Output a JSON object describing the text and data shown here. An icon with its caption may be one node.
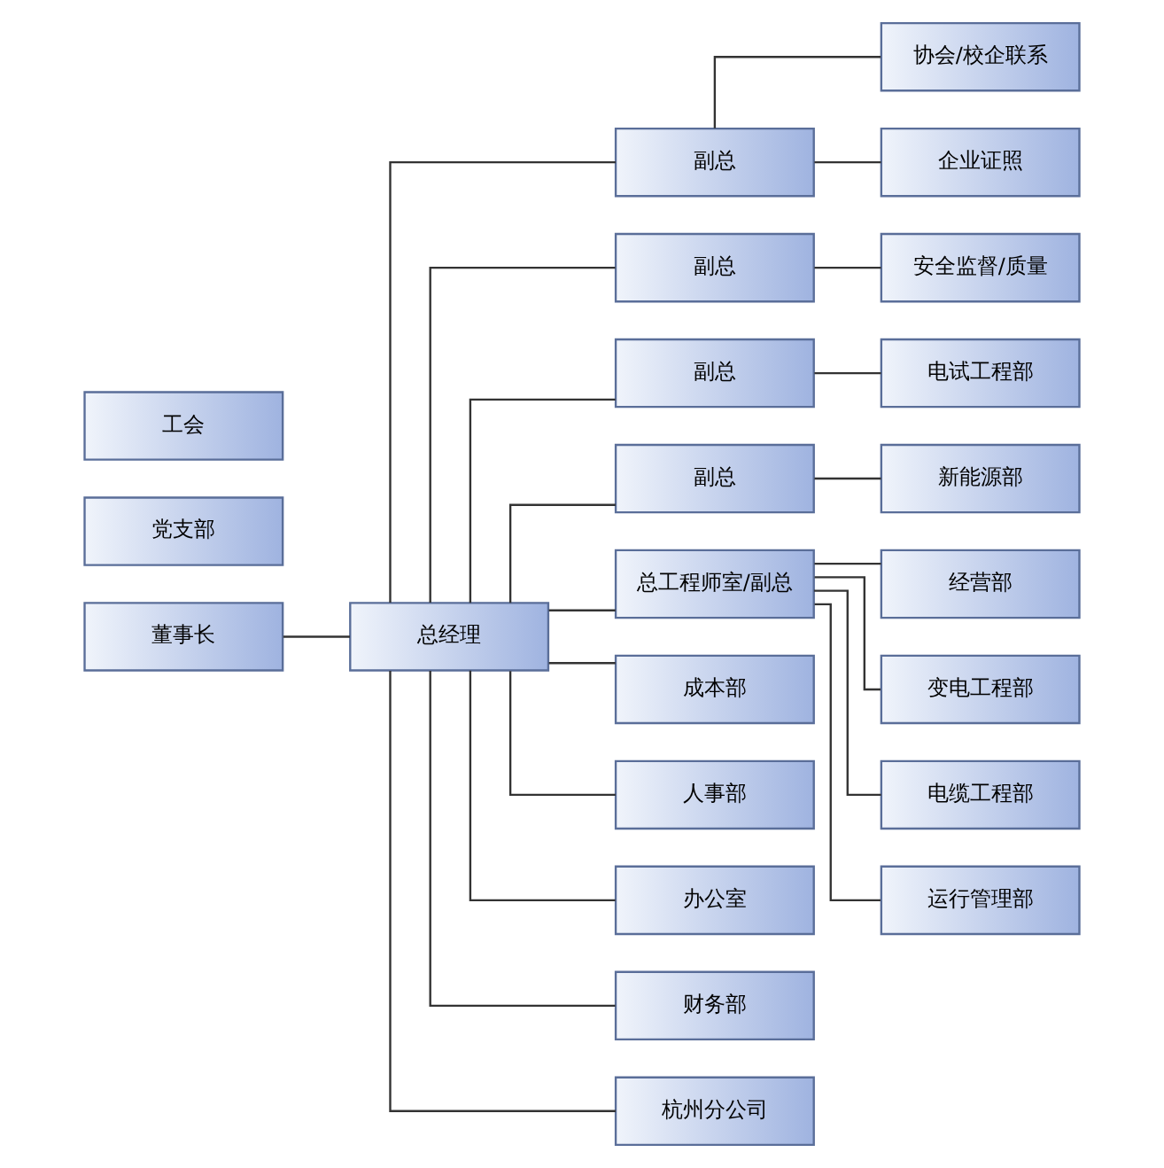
{
  "diagram": {
    "nodes": [
      {
        "text": [
          "董事长"
        ]
      },
      {
        "text": [
          "党支部"
        ]
      },
      {
        "text": [
          "工会"
        ]
      },
      {
        "text": [
          "总经理"
        ]
      },
      {
        "text": [
          "副总"
        ]
      },
      {
        "text": [
          "副总"
        ]
      },
      {
        "text": [
          "副总"
        ]
      },
      {
        "text": [
          "副总"
        ]
      },
      {
        "text": [
          "总工程师室/副总"
        ]
      },
      {
        "text": [
          "成本部"
        ]
      },
      {
        "text": [
          "人事部"
        ]
      },
      {
        "text": [
          "办公室"
        ]
      },
      {
        "text": [
          "财务部"
        ]
      },
      {
        "text": [
          "杭州分公司"
        ]
      },
      {
        "text": [
          "协会/校企联系"
        ]
      },
      {
        "text": [
          "企业证照"
        ]
      },
      {
        "text": [
          "安全监督/质量"
        ]
      },
      {
        "text": [
          "电试工程部"
        ]
      },
      {
        "text": [
          "新能源部"
        ]
      },
      {
        "text": [
          "经营部"
        ]
      },
      {
        "text": [
          "变电工程部"
        ]
      },
      {
        "text": [
          "电缆工程部"
        ]
      },
      {
        "text": [
          "运行管理部"
        ]
      }
    ],
    "edges": [
      {
        "from": 0,
        "to": 3,
        "arrow": "none"
      },
      {
        "from": 3,
        "to": 4,
        "arrow": "none"
      },
      {
        "from": 3,
        "to": 5,
        "arrow": "none"
      },
      {
        "from": 3,
        "to": 6,
        "arrow": "none"
      },
      {
        "from": 3,
        "to": 7,
        "arrow": "none"
      },
      {
        "from": 3,
        "to": 8,
        "arrow": "none"
      },
      {
        "from": 3,
        "to": 9,
        "arrow": "none"
      },
      {
        "from": 3,
        "to": 10,
        "arrow": "none"
      },
      {
        "from": 3,
        "to": 11,
        "arrow": "none"
      },
      {
        "from": 3,
        "to": 12,
        "arrow": "none"
      },
      {
        "from": 3,
        "to": 13,
        "arrow": "none"
      },
      {
        "from": 4,
        "to": 14,
        "arrow": "none"
      },
      {
        "from": 4,
        "to": 15,
        "arrow": "none"
      },
      {
        "from": 5,
        "to": 16,
        "arrow": "none"
      },
      {
        "from": 6,
        "to": 17,
        "arrow": "none"
      },
      {
        "from": 7,
        "to": 18,
        "arrow": "none"
      },
      {
        "from": 8,
        "to": 19,
        "arrow": "none"
      },
      {
        "from": 8,
        "to": 20,
        "arrow": "none"
      },
      {
        "from": 8,
        "to": 21,
        "arrow": "none"
      },
      {
        "from": 8,
        "to": 22,
        "arrow": "none"
      }
    ]
  }
}
